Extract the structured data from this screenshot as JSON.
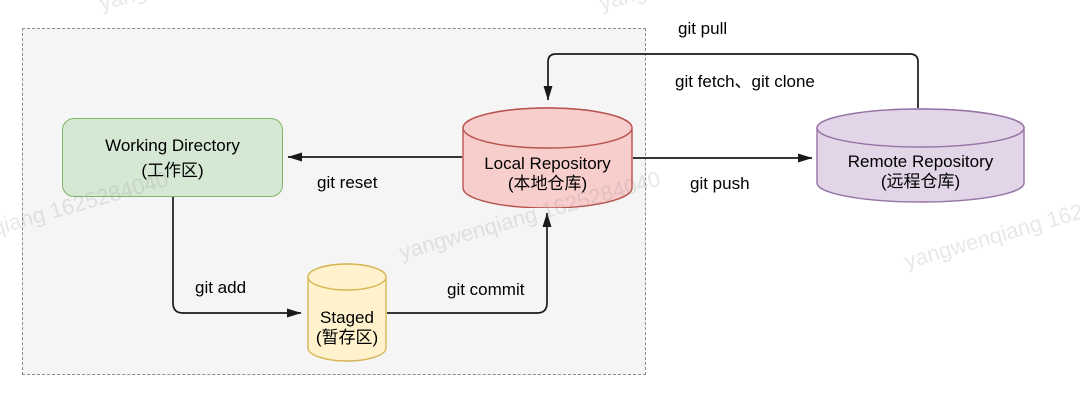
{
  "watermark": {
    "text": "yangwenqiang 1625284040"
  },
  "diagram": {
    "nodes": {
      "working_directory": {
        "title": "Working Directory",
        "subtitle": "(工作区)",
        "shape": "rounded-rect",
        "fill": "#d5e8d4",
        "stroke": "#82b366"
      },
      "staged": {
        "title": "Staged",
        "subtitle": "(暂存区)",
        "shape": "cylinder",
        "fill": "#fff2cc",
        "stroke": "#d6b656"
      },
      "local_repository": {
        "title": "Local Repository",
        "subtitle": "(本地仓库)",
        "shape": "cylinder",
        "fill": "#f8cecc",
        "stroke": "#b85450"
      },
      "remote_repository": {
        "title": "Remote Repository",
        "subtitle": "(远程仓库)",
        "shape": "cylinder",
        "fill": "#e1d5e7",
        "stroke": "#9673a6"
      }
    },
    "edges": {
      "git_add": {
        "label": "git add",
        "from": "working_directory",
        "to": "staged"
      },
      "git_commit": {
        "label": "git commit",
        "from": "staged",
        "to": "local_repository"
      },
      "git_reset": {
        "label": "git reset",
        "from": "local_repository",
        "to": "working_directory"
      },
      "git_push": {
        "label": "git push",
        "from": "local_repository",
        "to": "remote_repository"
      },
      "git_pull": {
        "label": "git pull",
        "from": "remote_repository",
        "to": "local_repository"
      },
      "git_fetch_clone": {
        "label": "git fetch、git clone",
        "from": "remote_repository",
        "to": "local_repository"
      }
    },
    "colors": {
      "workspace_background": "#f5f5f5",
      "workspace_border": "#8c8c8c",
      "arrow": "#1a1a1a",
      "text": "#000000"
    }
  }
}
